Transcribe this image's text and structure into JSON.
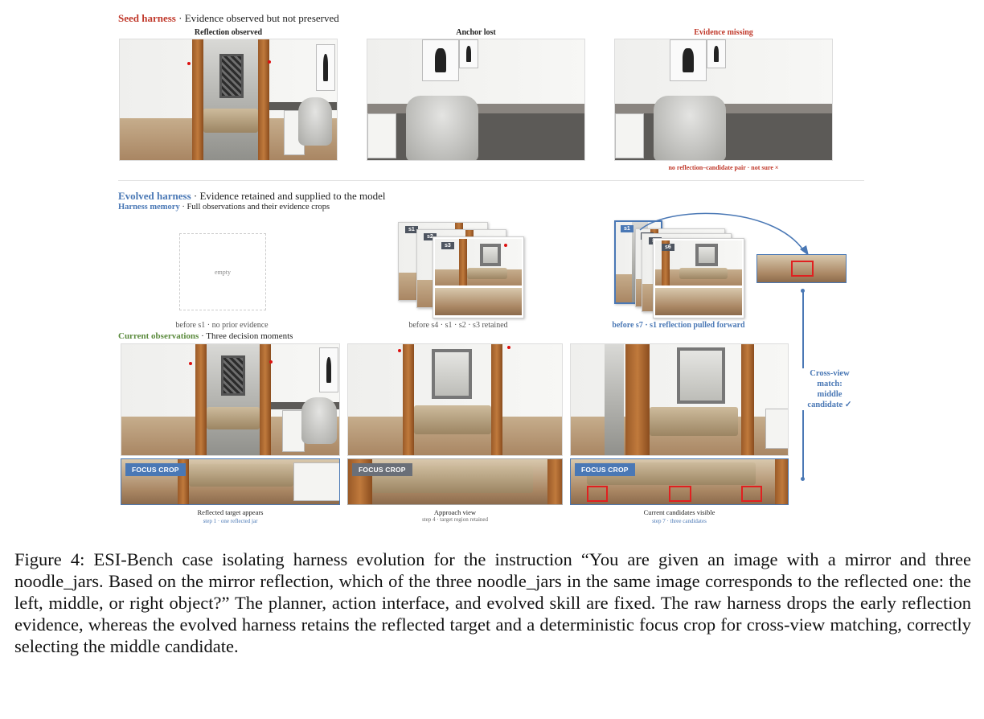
{
  "seed": {
    "title_kw": "Seed harness",
    "title_rest": " · Evidence observed but not preserved",
    "panels": [
      {
        "label": "Reflection observed"
      },
      {
        "label": "Anchor lost"
      },
      {
        "label": "Evidence missing"
      }
    ],
    "verdict": "no reflection–candidate pair · not sure ×"
  },
  "evolved": {
    "title_kw": "Evolved harness",
    "title_rest": " · Evidence retained and supplied to the model",
    "memory_kw": "Harness memory",
    "memory_rest": " · Full observations and their evidence crops",
    "empty_label": "empty",
    "memory_captions": [
      "before s1 · no prior evidence",
      "before s4 · s1 · s2 · s3 retained",
      "before s7 · s1 reflection pulled forward"
    ],
    "stack_tags_a": [
      "s1",
      "s2",
      "s3"
    ],
    "stack_tags_b": [
      "s1",
      "s4",
      "s5",
      "s6"
    ],
    "cross_view": [
      "Cross-view",
      "match:",
      "middle",
      "candidate ✓"
    ]
  },
  "current": {
    "title_kw": "Current observations",
    "title_rest": " · Three decision moments",
    "focus_label": "FOCUS CROP",
    "panels": [
      {
        "caption": "Reflected target appears",
        "sub": "step 1 · one reflected jar"
      },
      {
        "caption": "Approach view",
        "sub": "step 4 · target region retained"
      },
      {
        "caption": "Current candidates visible",
        "sub": "step 7 · three candidates"
      }
    ]
  },
  "figure_caption": "Figure 4: ESI-Bench case isolating harness evolution for the instruction “You are given an image with a mirror and three noodle_jars. Based on the mirror reflection, which of the three noodle_jars in the same image corresponds to the reflected one: the left, middle, or right object?” The planner, action interface, and evolved skill are fixed. The raw harness drops the early reflection evidence, whereas the evolved harness retains the reflected target and a deterministic focus crop for cross-view matching, correctly selecting the middle candidate.",
  "colors": {
    "seed_red": "#c0392b",
    "evolved_blue": "#4a78b5",
    "current_green": "#5a8a3c"
  }
}
